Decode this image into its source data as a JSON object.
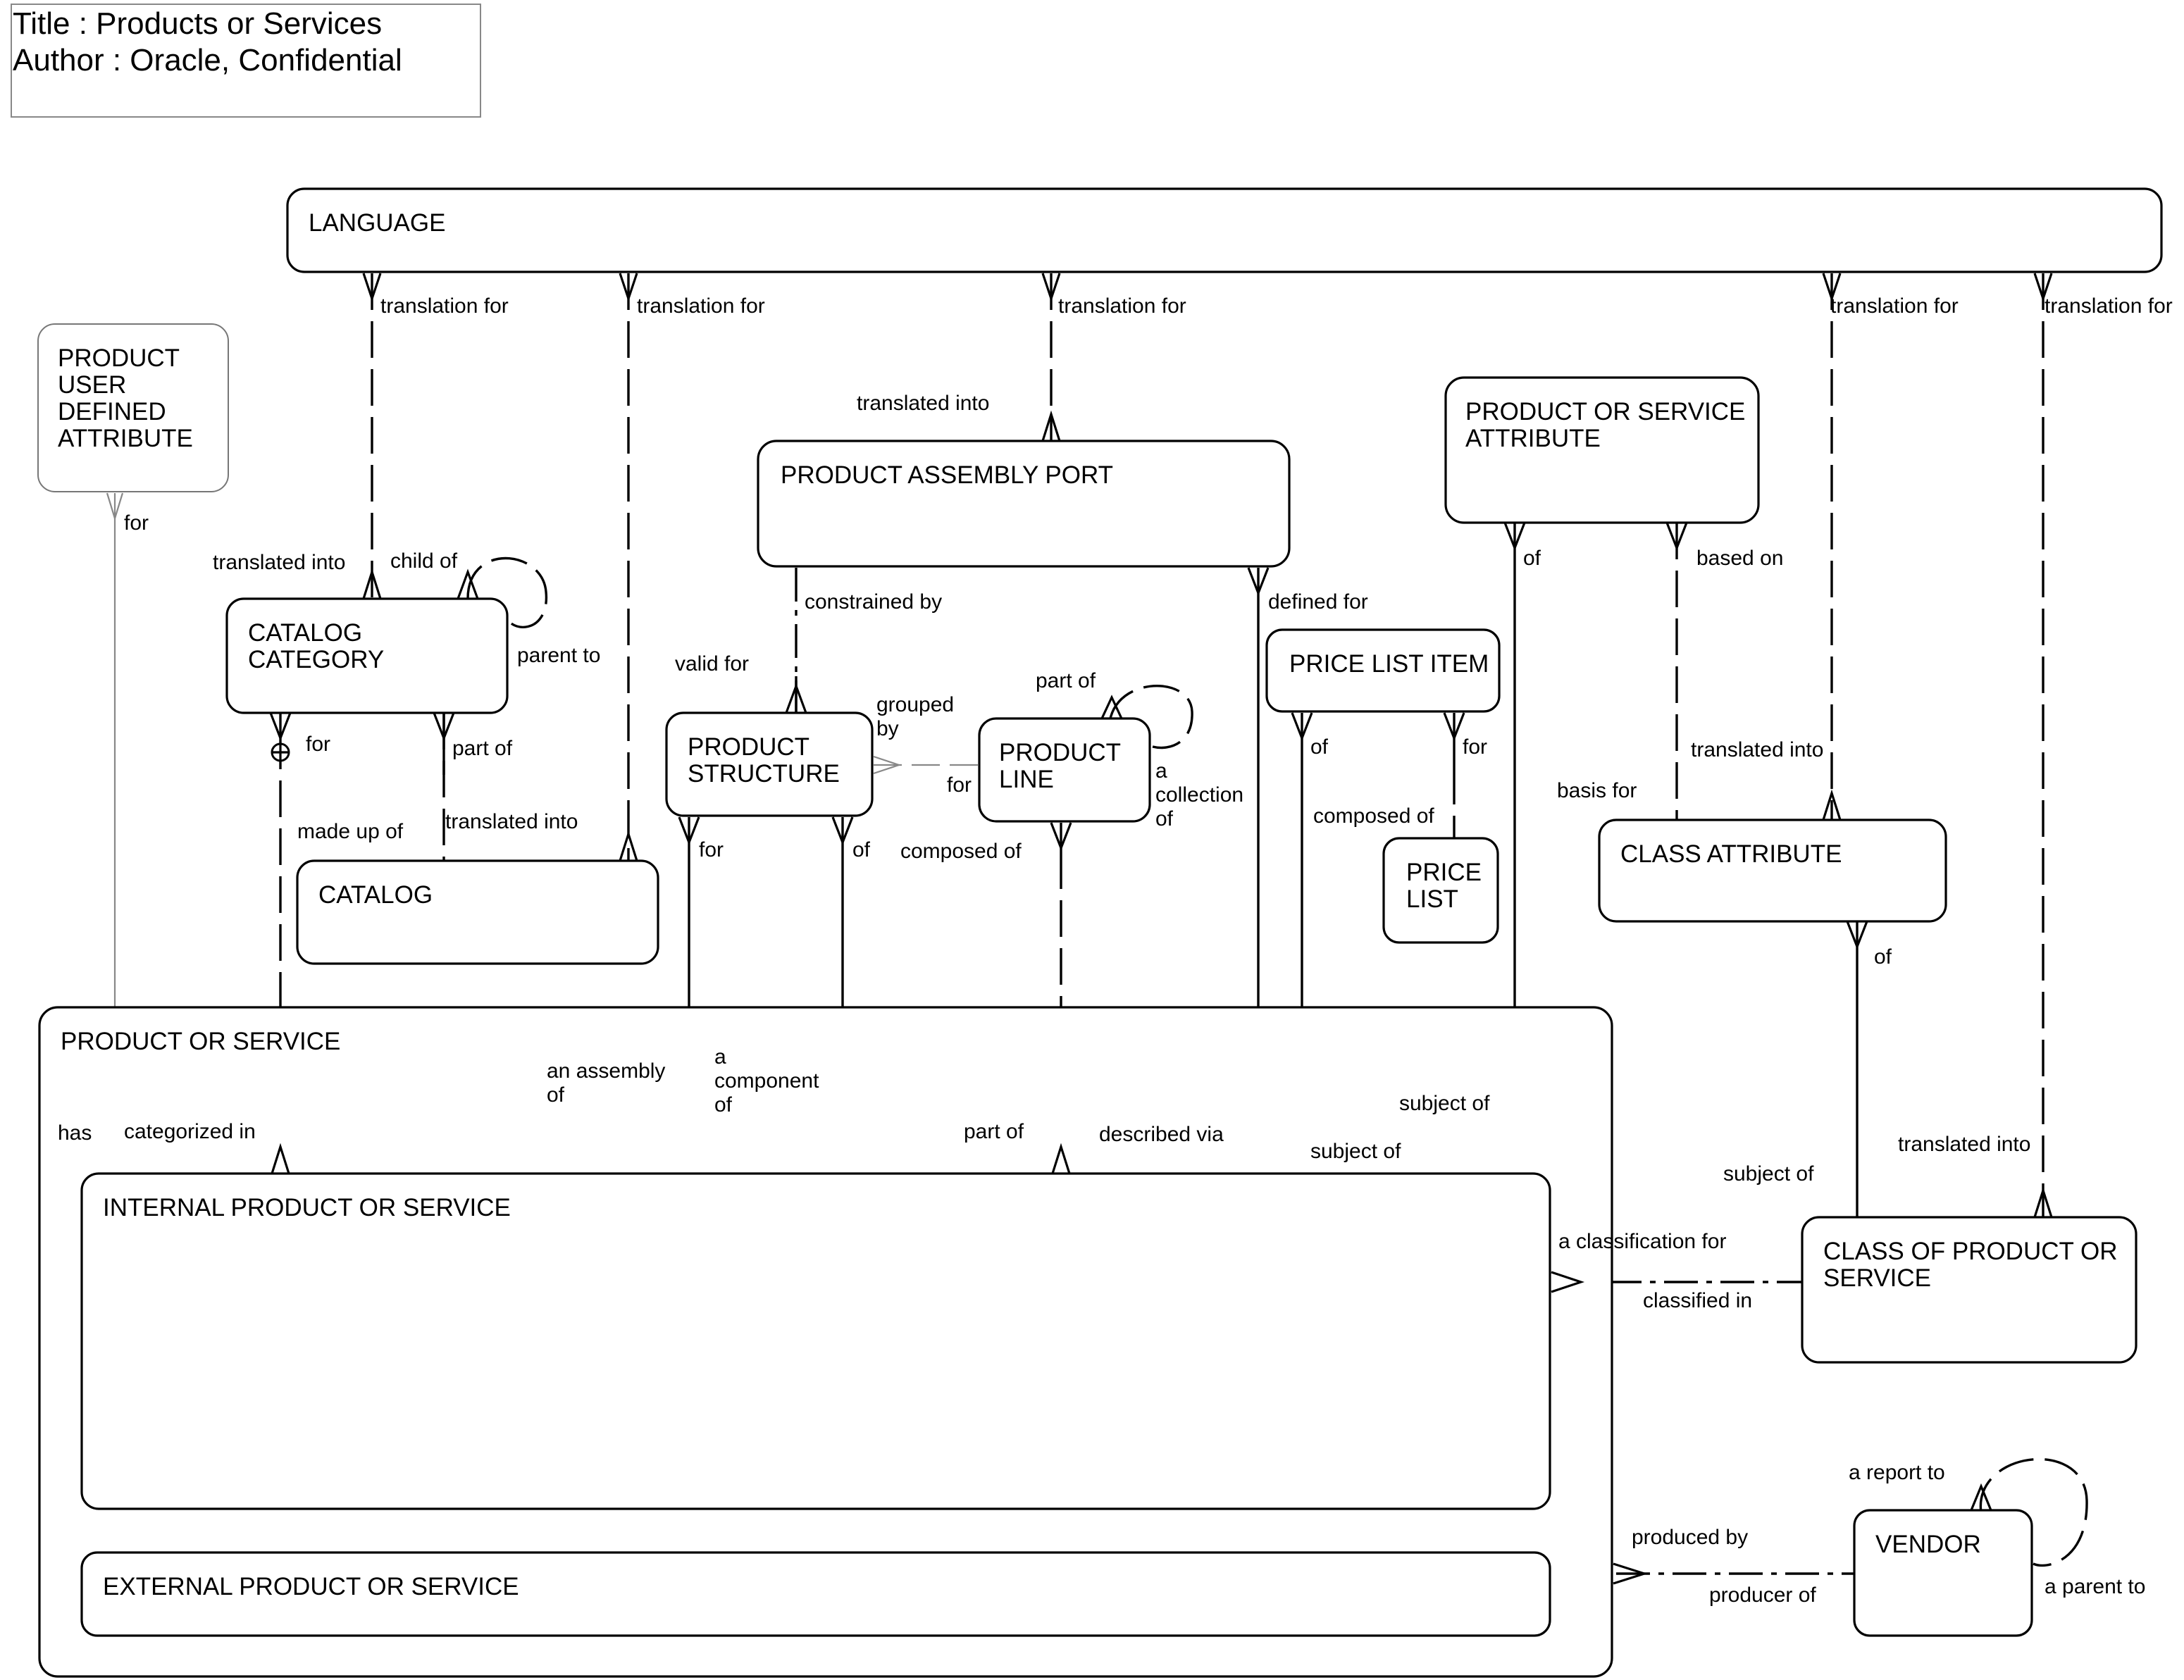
{
  "title_block": {
    "line1": "Title : Products or Services",
    "line2": "Author : Oracle, Confidential"
  },
  "entities": {
    "language": [
      "LANGUAGE"
    ],
    "product_user_defined_attribute": [
      "PRODUCT",
      "USER",
      "DEFINED",
      "ATTRIBUTE"
    ],
    "product_assembly_port": [
      "PRODUCT ASSEMBLY PORT"
    ],
    "product_or_service_attribute": [
      "PRODUCT OR SERVICE",
      "ATTRIBUTE"
    ],
    "catalog_category": [
      "CATALOG",
      "CATEGORY"
    ],
    "price_list_item": [
      "PRICE LIST ITEM"
    ],
    "product_structure": [
      "PRODUCT",
      "STRUCTURE"
    ],
    "product_line": [
      "PRODUCT",
      "LINE"
    ],
    "price_list": [
      "PRICE",
      "LIST"
    ],
    "class_attribute": [
      "CLASS ATTRIBUTE"
    ],
    "catalog": [
      "CATALOG"
    ],
    "product_or_service": [
      "PRODUCT OR SERVICE"
    ],
    "internal_product_or_service": [
      "INTERNAL PRODUCT OR SERVICE"
    ],
    "external_product_or_service": [
      "EXTERNAL PRODUCT OR SERVICE"
    ],
    "class_of_product_or_service": [
      "CLASS OF PRODUCT OR",
      "SERVICE"
    ],
    "vendor": [
      "VENDOR"
    ]
  },
  "labels": {
    "lang_cat_top": "translation for",
    "lang_cat_bottom": "translated into",
    "lang_catalog_top": "translation for",
    "lang_catalog_bottom": "translated into",
    "lang_port_top": "translation for",
    "lang_port_bottom": "translated into",
    "lang_classattr_top": "translation for",
    "lang_classattr_bottom": "translated into",
    "lang_class_top": "translation for",
    "lang_class_bottom": "translated into",
    "pudf_for": "for",
    "pudf_has": "has",
    "cat_child_of": "child of",
    "cat_parent_to": "parent to",
    "cat_for": "for",
    "cat_made_up_of": "made up of",
    "cat_categorized_in": "categorized in",
    "cat_part_of": "part of",
    "port_constrained_by": "constrained by",
    "port_valid_for": "valid for",
    "port_defined_for": "defined for",
    "port_described_via": "described via",
    "struct_grouped_by": [
      "grouped",
      "by"
    ],
    "line_for": "for",
    "struct_for": "for",
    "struct_an_assembly_of": [
      "an assembly",
      "of"
    ],
    "struct_of": "of",
    "struct_a_component_of": [
      "a",
      "component",
      "of"
    ],
    "line_part_of": "part of",
    "line_a_collection_of": [
      "a",
      "collection",
      "of"
    ],
    "line_composed_of": "composed of",
    "line_part_of_bottom": "part of",
    "pli_of": "of",
    "pli_subject_of": "subject of",
    "pli_for": "for",
    "pli_composed_of": "composed of",
    "psa_of": "of",
    "psa_subject_of": "subject of",
    "psa_based_on": "based on",
    "psa_basis_for": "basis for",
    "ca_of": "of",
    "ca_subject_of": "subject of",
    "class_classification_for": "a classification for",
    "class_classified_in": "classified in",
    "vendor_produced_by": "produced by",
    "vendor_producer_of": "producer of",
    "vendor_report_to": "a report to",
    "vendor_parent_to": "a parent to"
  }
}
